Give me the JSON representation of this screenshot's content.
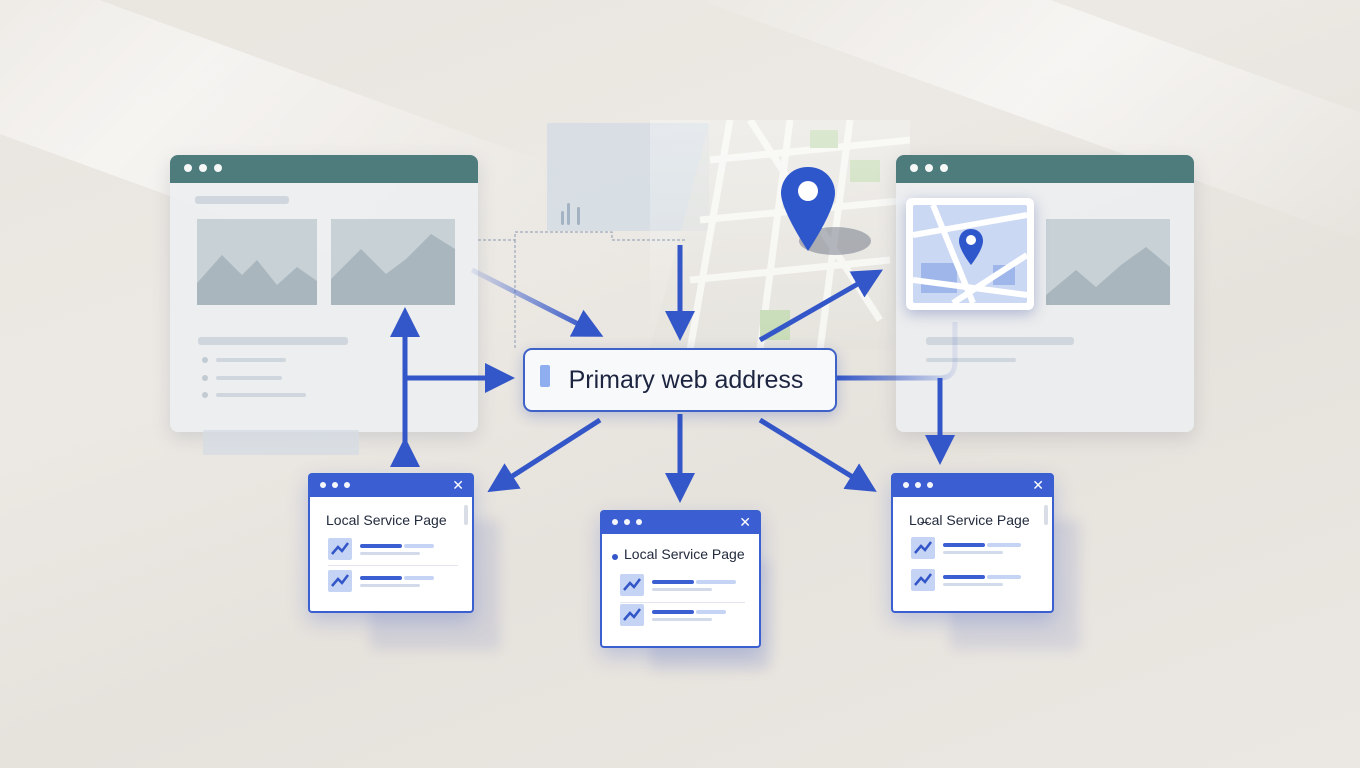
{
  "diagram": {
    "center_node": {
      "label": "Primary web address"
    },
    "service_pages": [
      {
        "title": "Local Service Page",
        "close": "✕"
      },
      {
        "title": "Local Service Page",
        "close": "✕"
      },
      {
        "title": "Lo̶cal Service Page",
        "close": "✕"
      }
    ],
    "icons": {
      "location": "location-pin-icon",
      "trend": "trend-chart-icon",
      "close": "close-icon"
    },
    "colors": {
      "accent": "#3b5fd3",
      "titlebar": "#4e7c7c",
      "background": "#e9e5df",
      "pin": "#2f57cc"
    }
  }
}
